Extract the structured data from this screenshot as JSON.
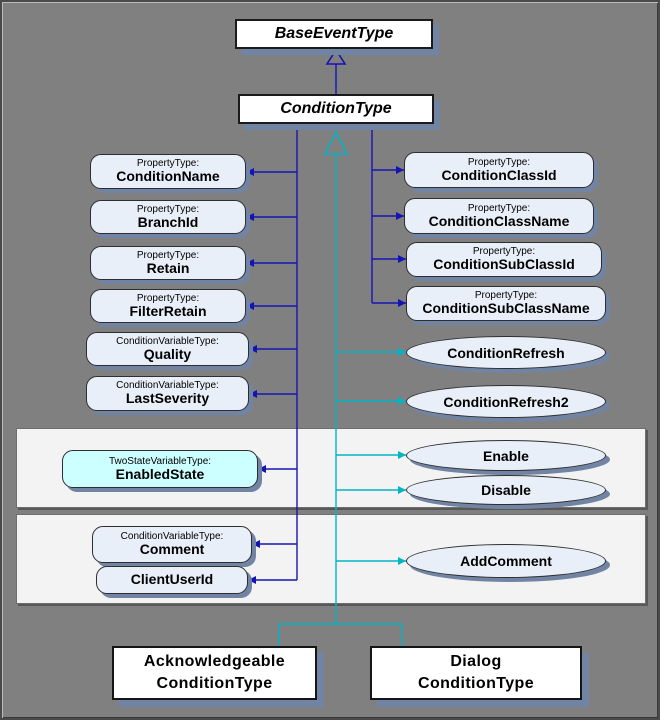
{
  "type_nodes": {
    "base_event": "BaseEventType",
    "condition_type": "ConditionType"
  },
  "left_props": [
    {
      "kind": "PropertyType:",
      "name": "ConditionName"
    },
    {
      "kind": "PropertyType:",
      "name": "BranchId"
    },
    {
      "kind": "PropertyType:",
      "name": "Retain"
    },
    {
      "kind": "PropertyType:",
      "name": "FilterRetain"
    },
    {
      "kind": "ConditionVariableType:",
      "name": "Quality"
    },
    {
      "kind": "ConditionVariableType:",
      "name": "LastSeverity"
    }
  ],
  "right_props": [
    {
      "kind": "PropertyType:",
      "name": "ConditionClassId"
    },
    {
      "kind": "PropertyType:",
      "name": "ConditionClassName"
    },
    {
      "kind": "PropertyType:",
      "name": "ConditionSubClassId"
    },
    {
      "kind": "PropertyType:",
      "name": "ConditionSubClassName"
    }
  ],
  "methods": [
    {
      "name": "ConditionRefresh"
    },
    {
      "name": "ConditionRefresh2"
    },
    {
      "name": "Enable"
    },
    {
      "name": "Disable"
    },
    {
      "name": "AddComment"
    }
  ],
  "enabled_state": {
    "kind": "TwoStateVariableType:",
    "name": "EnabledState"
  },
  "comment": {
    "kind": "ConditionVariableType:",
    "name": "Comment"
  },
  "client_user_id": {
    "name": "ClientUserId"
  },
  "subtypes": [
    {
      "line1": "Acknowledgeable",
      "line2": "ConditionType"
    },
    {
      "line1": "Dialog",
      "line2": "ConditionType"
    }
  ],
  "colors": {
    "background": "#808080",
    "panel_fill": "#f3f3f3",
    "node_fill": "#e9eff8",
    "highlight_fill": "#ccffff",
    "shadow": "#7184a3",
    "ref_blue": "#1414b4",
    "ref_cyan": "#00b4c8"
  }
}
